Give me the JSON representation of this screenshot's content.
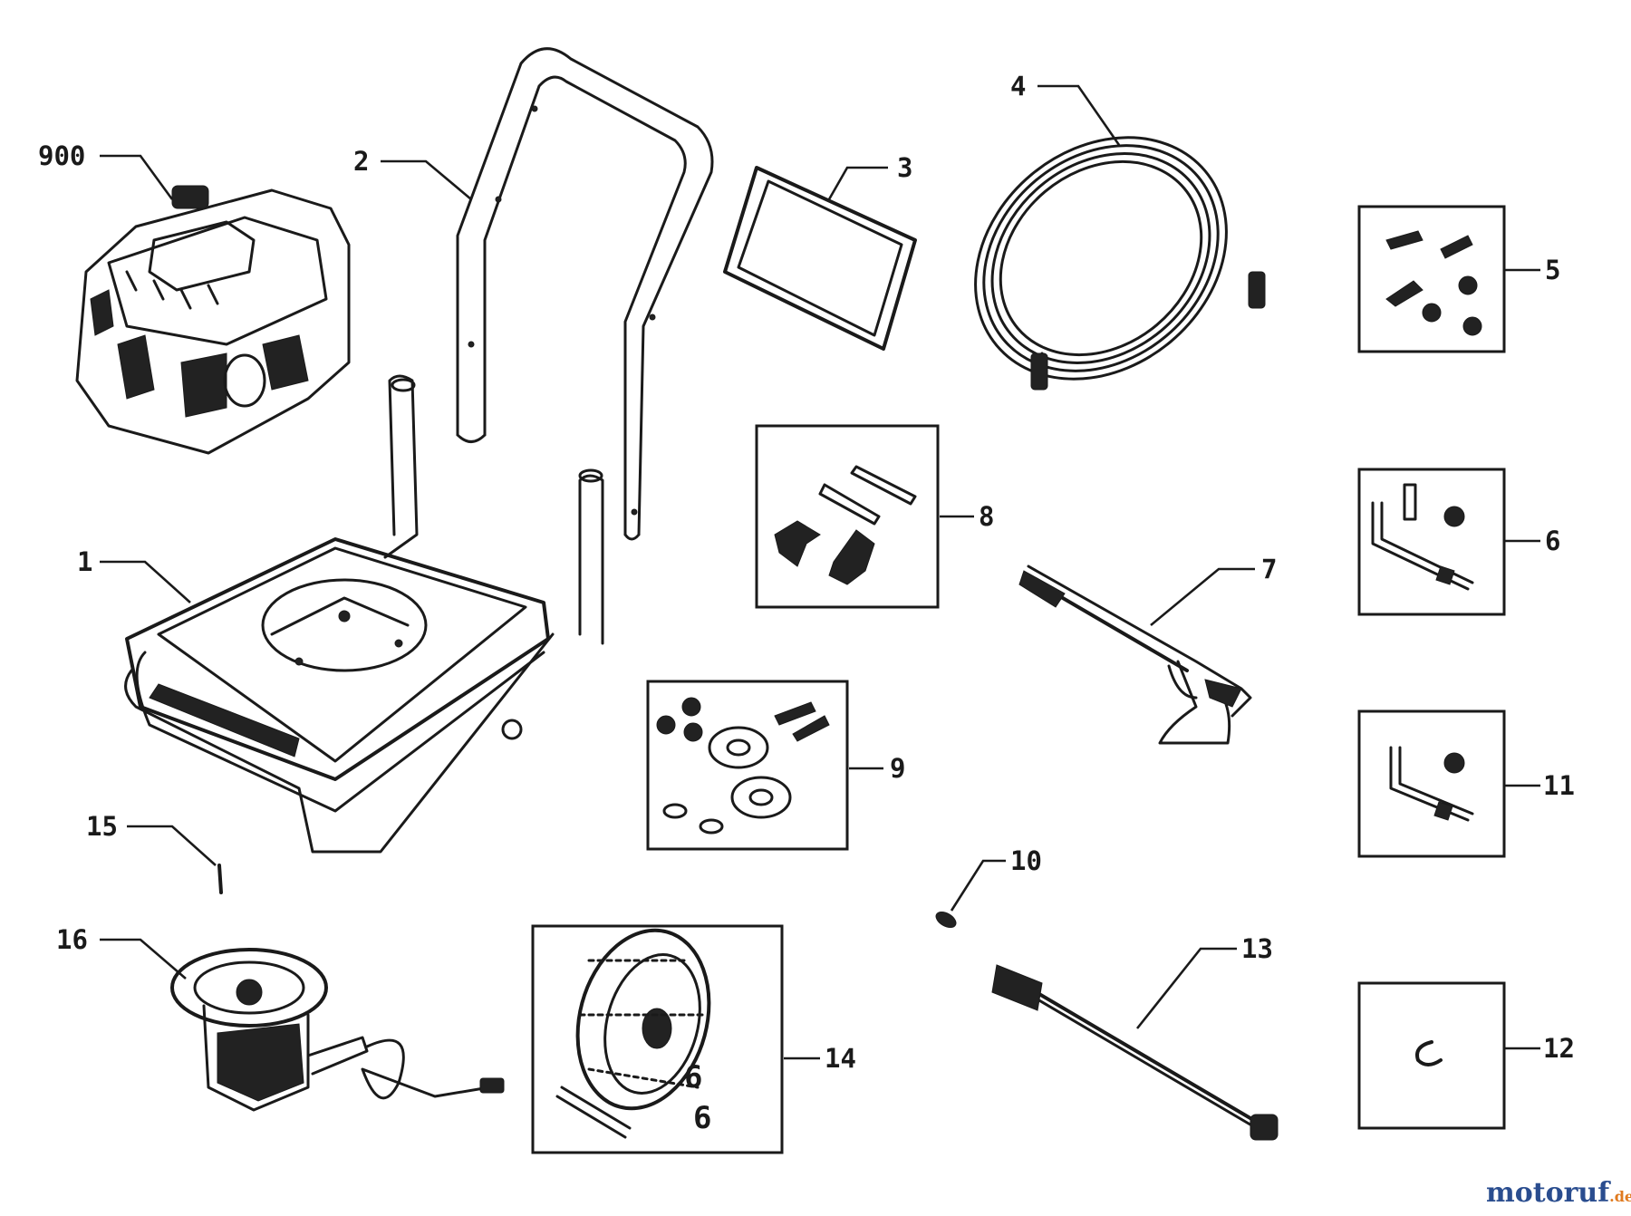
{
  "parts": [
    {
      "number": "900",
      "kind": "engine"
    },
    {
      "number": "1",
      "kind": "frame"
    },
    {
      "number": "2",
      "kind": "handle"
    },
    {
      "number": "3",
      "kind": "decal"
    },
    {
      "number": "4",
      "kind": "hose"
    },
    {
      "number": "5",
      "kind": "kit"
    },
    {
      "number": "6",
      "kind": "kit"
    },
    {
      "number": "7",
      "kind": "spray-gun"
    },
    {
      "number": "8",
      "kind": "kit"
    },
    {
      "number": "9",
      "kind": "kit"
    },
    {
      "number": "10",
      "kind": "o-ring"
    },
    {
      "number": "11",
      "kind": "kit"
    },
    {
      "number": "12",
      "kind": "kit"
    },
    {
      "number": "13",
      "kind": "lance"
    },
    {
      "number": "14",
      "kind": "kit"
    },
    {
      "number": "15",
      "kind": "pin"
    },
    {
      "number": "16",
      "kind": "pump"
    }
  ],
  "watermark": {
    "text_primary": "motoruf",
    "text_suffix": ".de",
    "color_primary": "#2a4d8f",
    "color_accent": "#e07a1f"
  }
}
